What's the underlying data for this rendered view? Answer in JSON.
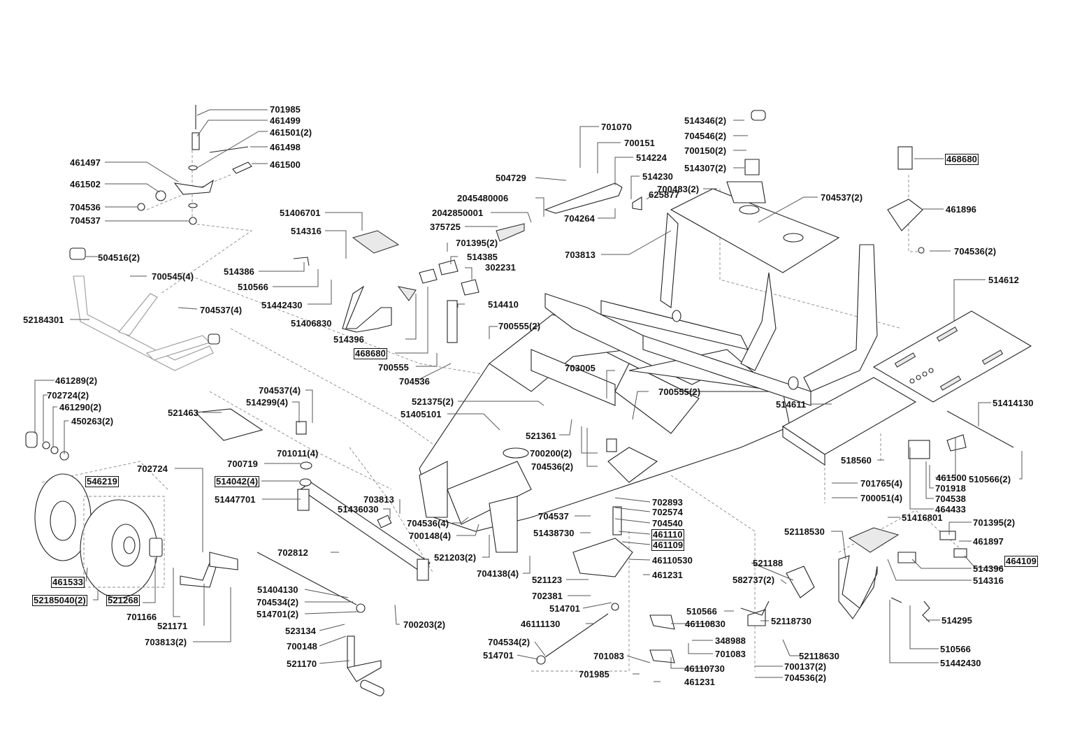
{
  "diagram": {
    "title": "Frame / front axle / pedals exploded parts view",
    "labels": [
      {
        "id": "l1",
        "text": "701985",
        "boxed": false
      },
      {
        "id": "l2",
        "text": "461499",
        "boxed": false
      },
      {
        "id": "l3",
        "text": "461501(2)",
        "boxed": false
      },
      {
        "id": "l4",
        "text": "461498",
        "boxed": false
      },
      {
        "id": "l5",
        "text": "461497",
        "boxed": false
      },
      {
        "id": "l6",
        "text": "461500",
        "boxed": false
      },
      {
        "id": "l7",
        "text": "461502",
        "boxed": false
      },
      {
        "id": "l8",
        "text": "704536",
        "boxed": false
      },
      {
        "id": "l9",
        "text": "704537",
        "boxed": false
      },
      {
        "id": "l10",
        "text": "504516(2)",
        "boxed": false
      },
      {
        "id": "l11",
        "text": "700545(4)",
        "boxed": false
      },
      {
        "id": "l12",
        "text": "704537(4)",
        "boxed": false
      },
      {
        "id": "l13",
        "text": "52184301",
        "boxed": false
      },
      {
        "id": "l14",
        "text": "51406701",
        "boxed": false
      },
      {
        "id": "l15",
        "text": "514316",
        "boxed": false
      },
      {
        "id": "l16",
        "text": "514386",
        "boxed": false
      },
      {
        "id": "l17",
        "text": "510566",
        "boxed": false
      },
      {
        "id": "l18",
        "text": "51442430",
        "boxed": false
      },
      {
        "id": "l19",
        "text": "51406830",
        "boxed": false
      },
      {
        "id": "l20",
        "text": "514396",
        "boxed": false
      },
      {
        "id": "l21",
        "text": "468680",
        "boxed": true
      },
      {
        "id": "l22",
        "text": "700555",
        "boxed": false
      },
      {
        "id": "l23",
        "text": "704536",
        "boxed": false
      },
      {
        "id": "l24",
        "text": "504729",
        "boxed": false
      },
      {
        "id": "l25",
        "text": "2045480006",
        "boxed": false
      },
      {
        "id": "l26",
        "text": "2042850001",
        "boxed": false
      },
      {
        "id": "l27",
        "text": "375725",
        "boxed": false
      },
      {
        "id": "l28",
        "text": "701395(2)",
        "boxed": false
      },
      {
        "id": "l29",
        "text": "514385",
        "boxed": false
      },
      {
        "id": "l30",
        "text": "302231",
        "boxed": false
      },
      {
        "id": "l31",
        "text": "514410",
        "boxed": false
      },
      {
        "id": "l32",
        "text": "701070",
        "boxed": false
      },
      {
        "id": "l33",
        "text": "700151",
        "boxed": false
      },
      {
        "id": "l34",
        "text": "514224",
        "boxed": false
      },
      {
        "id": "l35",
        "text": "514230",
        "boxed": false
      },
      {
        "id": "l36",
        "text": "625877",
        "boxed": false
      },
      {
        "id": "l37",
        "text": "704264",
        "boxed": false
      },
      {
        "id": "l38",
        "text": "703813",
        "boxed": false
      },
      {
        "id": "l39",
        "text": "514346(2)",
        "boxed": false
      },
      {
        "id": "l40",
        "text": "704546(2)",
        "boxed": false
      },
      {
        "id": "l41",
        "text": "700150(2)",
        "boxed": false
      },
      {
        "id": "l42",
        "text": "514307(2)",
        "boxed": false
      },
      {
        "id": "l43",
        "text": "700483(2)",
        "boxed": false
      },
      {
        "id": "l44",
        "text": "704537(2)",
        "boxed": false
      },
      {
        "id": "l45",
        "text": "468680",
        "boxed": true
      },
      {
        "id": "l46",
        "text": "461896",
        "boxed": false
      },
      {
        "id": "l47",
        "text": "704536(2)",
        "boxed": false
      },
      {
        "id": "l48",
        "text": "514612",
        "boxed": false
      },
      {
        "id": "l49",
        "text": "700555(2)",
        "boxed": false
      },
      {
        "id": "l50",
        "text": "703005",
        "boxed": false
      },
      {
        "id": "l51",
        "text": "700555(2)",
        "boxed": false
      },
      {
        "id": "l52",
        "text": "521375(2)",
        "boxed": false
      },
      {
        "id": "l53",
        "text": "51405101",
        "boxed": false
      },
      {
        "id": "l54",
        "text": "521361",
        "boxed": false
      },
      {
        "id": "l55",
        "text": "700200(2)",
        "boxed": false
      },
      {
        "id": "l56",
        "text": "704536(2)",
        "boxed": false
      },
      {
        "id": "l57",
        "text": "514611",
        "boxed": false
      },
      {
        "id": "l58",
        "text": "51414130",
        "boxed": false
      },
      {
        "id": "l59",
        "text": "461289(2)",
        "boxed": false
      },
      {
        "id": "l60",
        "text": "702724(2)",
        "boxed": false
      },
      {
        "id": "l61",
        "text": "461290(2)",
        "boxed": false
      },
      {
        "id": "l62",
        "text": "450263(2)",
        "boxed": false
      },
      {
        "id": "l63",
        "text": "521463",
        "boxed": false
      },
      {
        "id": "l64",
        "text": "704537(4)",
        "boxed": false
      },
      {
        "id": "l65",
        "text": "514299(4)",
        "boxed": false
      },
      {
        "id": "l66",
        "text": "701011(4)",
        "boxed": false
      },
      {
        "id": "l67",
        "text": "700719",
        "boxed": false
      },
      {
        "id": "l68",
        "text": "702724",
        "boxed": false
      },
      {
        "id": "l69",
        "text": "546219",
        "boxed": true
      },
      {
        "id": "l70",
        "text": "514042(4)",
        "boxed": true
      },
      {
        "id": "l71",
        "text": "51447701",
        "boxed": false
      },
      {
        "id": "l72",
        "text": "703813",
        "boxed": false
      },
      {
        "id": "l73",
        "text": "51436030",
        "boxed": false
      },
      {
        "id": "l74",
        "text": "704536(4)",
        "boxed": false
      },
      {
        "id": "l75",
        "text": "700148(4)",
        "boxed": false
      },
      {
        "id": "l76",
        "text": "521203(2)",
        "boxed": false
      },
      {
        "id": "l77",
        "text": "702812",
        "boxed": false
      },
      {
        "id": "l78",
        "text": "704138(4)",
        "boxed": false
      },
      {
        "id": "l79",
        "text": "461533",
        "boxed": true
      },
      {
        "id": "l80",
        "text": "52185040(2)",
        "boxed": true
      },
      {
        "id": "l81",
        "text": "521268",
        "boxed": true
      },
      {
        "id": "l82",
        "text": "701166",
        "boxed": false
      },
      {
        "id": "l83",
        "text": "521171",
        "boxed": false
      },
      {
        "id": "l84",
        "text": "703813(2)",
        "boxed": false
      },
      {
        "id": "l85",
        "text": "51404130",
        "boxed": false
      },
      {
        "id": "l86",
        "text": "704534(2)",
        "boxed": false
      },
      {
        "id": "l87",
        "text": "514701(2)",
        "boxed": false
      },
      {
        "id": "l88",
        "text": "523134",
        "boxed": false
      },
      {
        "id": "l89",
        "text": "700148",
        "boxed": false
      },
      {
        "id": "l90",
        "text": "521170",
        "boxed": false
      },
      {
        "id": "l91",
        "text": "700203(2)",
        "boxed": false
      },
      {
        "id": "l92",
        "text": "704537",
        "boxed": false
      },
      {
        "id": "l93",
        "text": "51438730",
        "boxed": false
      },
      {
        "id": "l94",
        "text": "702893",
        "boxed": false
      },
      {
        "id": "l95",
        "text": "702574",
        "boxed": false
      },
      {
        "id": "l96",
        "text": "704540",
        "boxed": false
      },
      {
        "id": "l97",
        "text": "461110",
        "boxed": true
      },
      {
        "id": "l98",
        "text": "461109",
        "boxed": true
      },
      {
        "id": "l99",
        "text": "46110530",
        "boxed": false
      },
      {
        "id": "l100",
        "text": "521123",
        "boxed": false
      },
      {
        "id": "l101",
        "text": "461231",
        "boxed": false
      },
      {
        "id": "l102",
        "text": "702381",
        "boxed": false
      },
      {
        "id": "l103",
        "text": "514701",
        "boxed": false
      },
      {
        "id": "l104",
        "text": "46111130",
        "boxed": false
      },
      {
        "id": "l105",
        "text": "704534(2)",
        "boxed": false
      },
      {
        "id": "l106",
        "text": "514701",
        "boxed": false
      },
      {
        "id": "l107",
        "text": "510566",
        "boxed": false
      },
      {
        "id": "l108",
        "text": "46110830",
        "boxed": false
      },
      {
        "id": "l109",
        "text": "348988",
        "boxed": false
      },
      {
        "id": "l110",
        "text": "701083",
        "boxed": false
      },
      {
        "id": "l111",
        "text": "701083",
        "boxed": false
      },
      {
        "id": "l112",
        "text": "46110730",
        "boxed": false
      },
      {
        "id": "l113",
        "text": "701985",
        "boxed": false
      },
      {
        "id": "l114",
        "text": "461231",
        "boxed": false
      },
      {
        "id": "l115",
        "text": "52118530",
        "boxed": false
      },
      {
        "id": "l116",
        "text": "521188",
        "boxed": false
      },
      {
        "id": "l117",
        "text": "582737(2)",
        "boxed": false
      },
      {
        "id": "l118",
        "text": "52118730",
        "boxed": false
      },
      {
        "id": "l119",
        "text": "52118630",
        "boxed": false
      },
      {
        "id": "l120",
        "text": "700137(2)",
        "boxed": false
      },
      {
        "id": "l121",
        "text": "704536(2)",
        "boxed": false
      },
      {
        "id": "l122",
        "text": "518560",
        "boxed": false
      },
      {
        "id": "l123",
        "text": "701765(4)",
        "boxed": false
      },
      {
        "id": "l124",
        "text": "700051(4)",
        "boxed": false
      },
      {
        "id": "l125",
        "text": "461500",
        "boxed": false
      },
      {
        "id": "l126",
        "text": "510566(2)",
        "boxed": false
      },
      {
        "id": "l127",
        "text": "701918",
        "boxed": false
      },
      {
        "id": "l128",
        "text": "704538",
        "boxed": false
      },
      {
        "id": "l129",
        "text": "464433",
        "boxed": false
      },
      {
        "id": "l130",
        "text": "51416801",
        "boxed": false
      },
      {
        "id": "l131",
        "text": "701395(2)",
        "boxed": false
      },
      {
        "id": "l132",
        "text": "461897",
        "boxed": false
      },
      {
        "id": "l133",
        "text": "514396",
        "boxed": false
      },
      {
        "id": "l134",
        "text": "464109",
        "boxed": true
      },
      {
        "id": "l135",
        "text": "514316",
        "boxed": false
      },
      {
        "id": "l136",
        "text": "514295",
        "boxed": false
      },
      {
        "id": "l137",
        "text": "510566",
        "boxed": false
      },
      {
        "id": "l138",
        "text": "51442430",
        "boxed": false
      }
    ]
  }
}
